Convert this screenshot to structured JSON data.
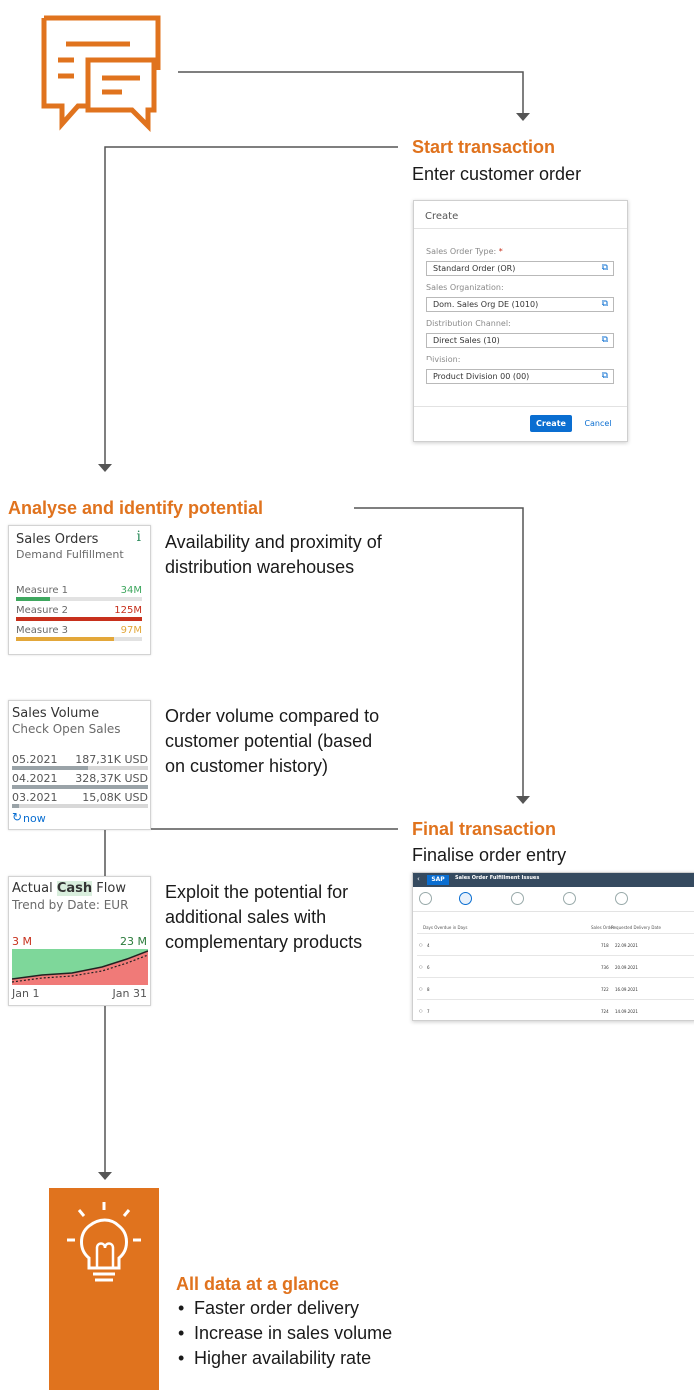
{
  "steps": {
    "start": {
      "title": "Start transaction",
      "subtitle": "Enter customer order"
    },
    "analyse": {
      "title": "Analyse and identify potential"
    },
    "final": {
      "title": "Final transaction",
      "subtitle": "Finalise order entry"
    },
    "all_data": {
      "title": "All data at a glance",
      "bullets": [
        "Faster order delivery",
        "Increase in sales volume",
        "Higher availability rate"
      ]
    }
  },
  "create_dialog": {
    "title": "Create",
    "fields": [
      {
        "label": "Sales Order Type:",
        "required": "*",
        "value": "Standard Order (OR)"
      },
      {
        "label": "Sales Organization:",
        "value": "Dom. Sales Org DE (1010)"
      },
      {
        "label": "Distribution Channel:",
        "value": "Direct Sales (10)"
      },
      {
        "label": "Division:",
        "value": "Product Division 00 (00)"
      }
    ],
    "create_button": "Create",
    "cancel_button": "Cancel"
  },
  "tiles": {
    "sales_orders": {
      "title": "Sales Orders",
      "subtitle": "Demand Fulfillment",
      "info_icon": "i",
      "measures": [
        {
          "label": "Measure 1",
          "value": "34M",
          "fill": 0.27,
          "color": "#3fa75f"
        },
        {
          "label": "Measure 2",
          "value": "125M",
          "fill": 1.0,
          "color": "#c7301c"
        },
        {
          "label": "Measure 3",
          "value": "97M",
          "fill": 0.78,
          "color": "#e3a73a"
        }
      ],
      "description": [
        "Availability and proximity of",
        "distribution warehouses"
      ]
    },
    "sales_volume": {
      "title": "Sales Volume",
      "subtitle": "Check Open Sales",
      "rows": [
        {
          "date": "05.2021",
          "value": "187,31K USD",
          "fill": 0.56
        },
        {
          "date": "04.2021",
          "value": "328,37K USD",
          "fill": 1.0
        },
        {
          "date": "03.2021",
          "value": "15,08K USD",
          "fill": 0.05
        }
      ],
      "footer": "now",
      "description": [
        "Order volume compared to",
        "customer potential (based",
        "on customer history)"
      ]
    },
    "cash_flow": {
      "title_prefix": "Actual ",
      "title_highlight": "Cash",
      "title_suffix": " Flow",
      "subtitle": "Trend by Date: EUR",
      "left_value": "3 M",
      "right_value": "23 M",
      "x_start": "Jan 1",
      "x_end": "Jan 31",
      "description": [
        "Exploit the potential for",
        "additional sales with",
        "complementary products"
      ]
    }
  },
  "final_screen": {
    "app_logo": "SAP",
    "app_title": "Sales Order Fulfillment Issues",
    "column_left": "Days Overdue in Days",
    "column_mid": "Sales Order",
    "column_right": "Requested Delivery Date",
    "rows": [
      {
        "left": "4",
        "order": "718",
        "date": "22.09.2021"
      },
      {
        "left": "6",
        "order": "736",
        "date": "20.09.2021"
      },
      {
        "left": "8",
        "order": "722",
        "date": "16.09.2021"
      },
      {
        "left": "7",
        "order": "724",
        "date": "14.09.2021"
      }
    ]
  },
  "colors": {
    "accent": "#e0731e",
    "connector": "#555555"
  }
}
